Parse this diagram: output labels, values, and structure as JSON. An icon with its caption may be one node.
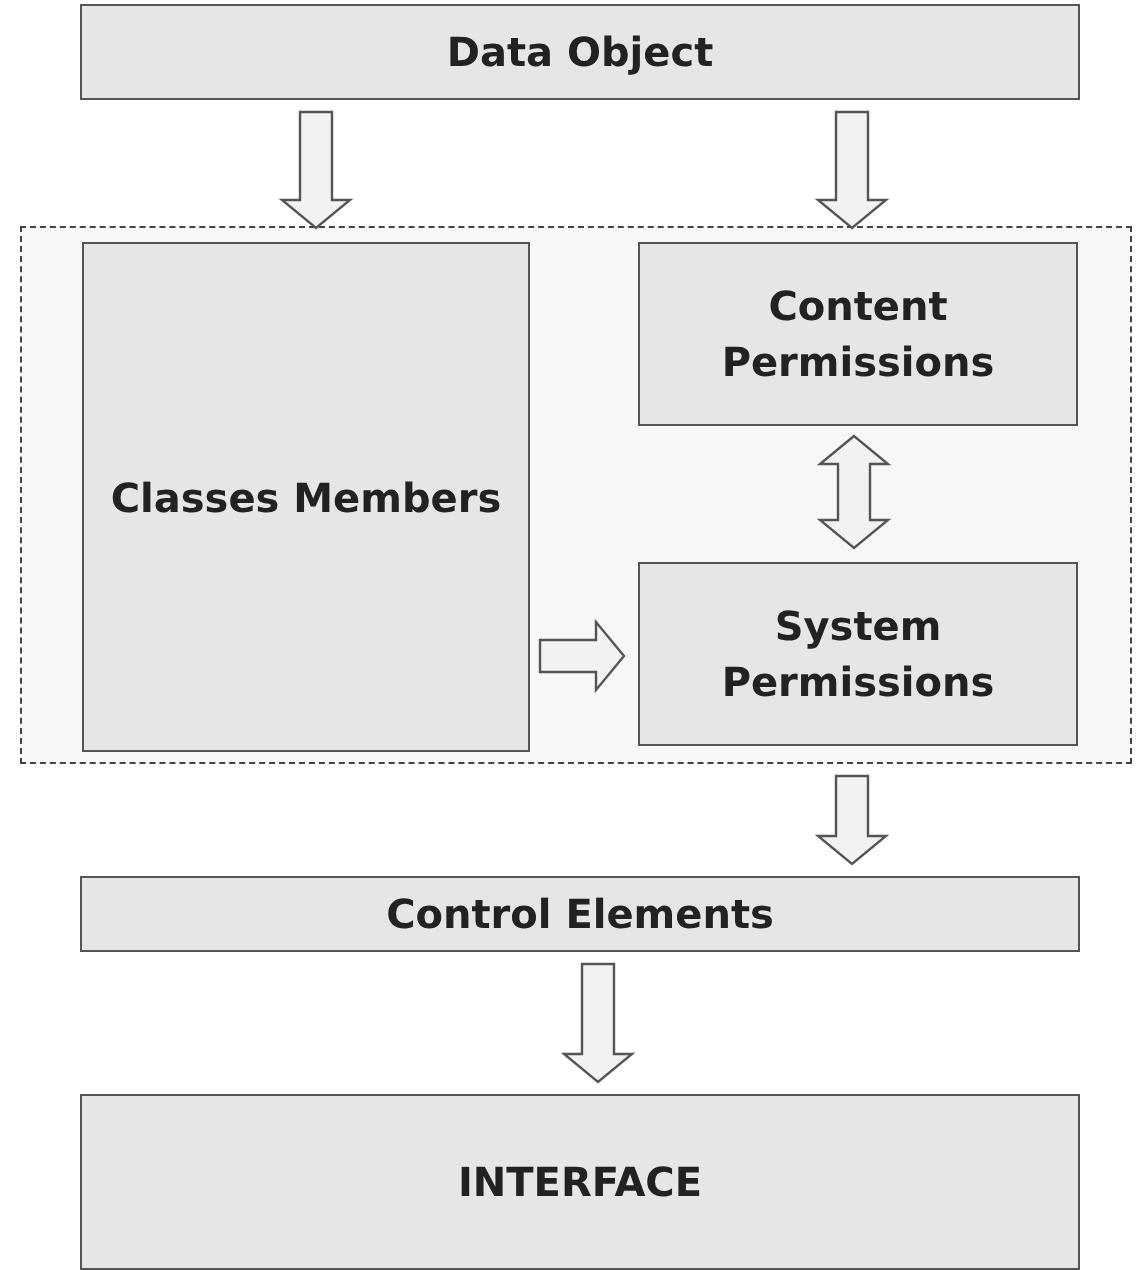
{
  "diagram": {
    "nodes": [
      {
        "text": [
          "Data Object"
        ]
      },
      {
        "text": [],
        "shape": "box"
      },
      {
        "text": [
          "Classes Members"
        ],
        "in": 1
      },
      {
        "text": [
          "Content Permissions"
        ],
        "in": 1
      },
      {
        "text": [
          "System Permissions"
        ],
        "in": 1
      },
      {
        "text": [
          "Control Elements"
        ]
      },
      {
        "text": [
          "INTERFACE"
        ]
      }
    ],
    "edges": [
      {
        "from": 0,
        "to": 2,
        "arrow": "to"
      },
      {
        "from": 0,
        "to": 3,
        "arrow": "to"
      },
      {
        "from": 3,
        "to": 4,
        "arrow": "both"
      },
      {
        "from": 2,
        "to": 4,
        "arrow": "to"
      },
      {
        "from": 1,
        "to": 5,
        "arrow": "to"
      },
      {
        "from": 5,
        "to": 6,
        "arrow": "to"
      }
    ]
  }
}
